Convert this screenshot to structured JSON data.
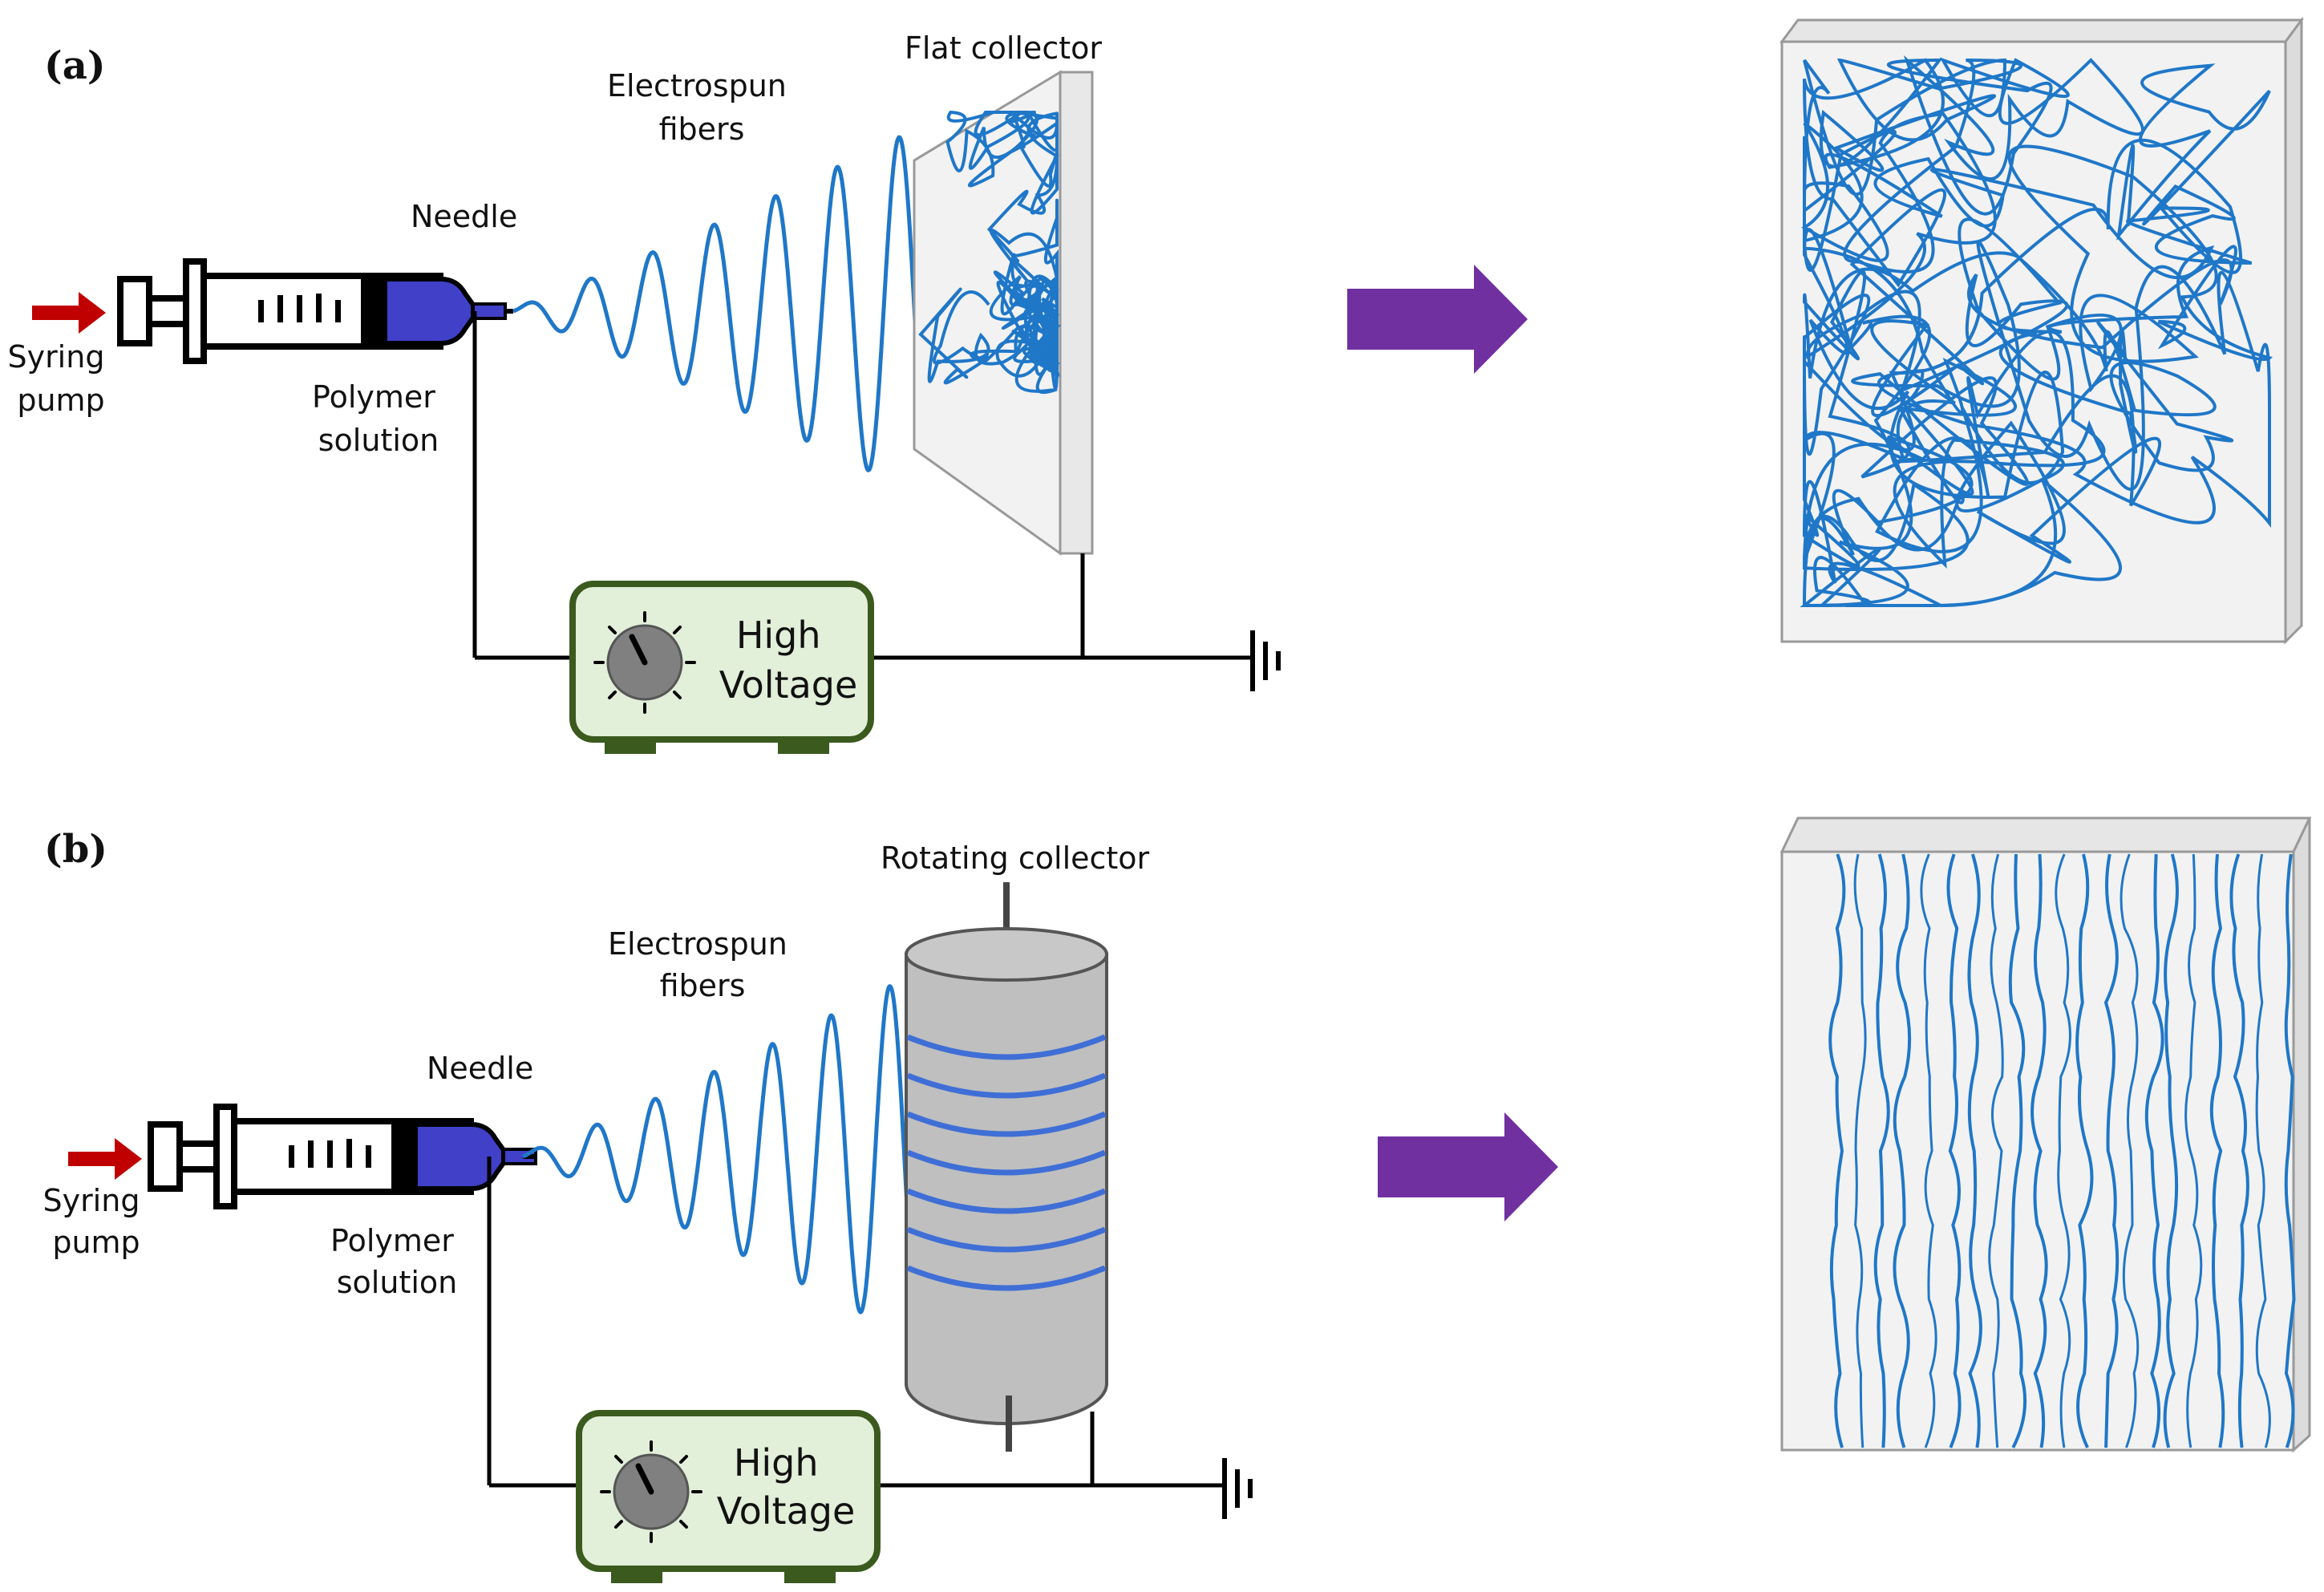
{
  "panels": [
    {
      "letter": "(a)",
      "labels": {
        "pump": [
          "Syring",
          "pump"
        ],
        "needle": "Needle",
        "solution": [
          "Polymer",
          "solution"
        ],
        "fibers": [
          "Electrospun",
          "fibers"
        ],
        "collector": "Flat collector",
        "supply": [
          "High",
          "Voltage"
        ]
      },
      "collector_type": "flat",
      "fiber_arrangement": "random"
    },
    {
      "letter": "(b)",
      "labels": {
        "pump": [
          "Syring",
          "pump"
        ],
        "needle": "Needle",
        "solution": [
          "Polymer",
          "solution"
        ],
        "fibers": [
          "Electrospun",
          "fibers"
        ],
        "collector": "Rotating collector",
        "supply": [
          "High",
          "Voltage"
        ]
      },
      "collector_type": "rotating drum",
      "fiber_arrangement": "aligned"
    }
  ],
  "colors": {
    "fiber": "#1f77c8",
    "drum_coil": "#3f6fd6",
    "solution": "#4040c8",
    "pump_arrow": "#c00000",
    "process_arrow": "#7030a0",
    "supply_fill": "#e2efd9",
    "supply_border": "#3a5a1e",
    "drum": "#bfbfbf",
    "panel_bg": "#f2f2f2"
  },
  "icons": [
    "syringe-icon",
    "knob-icon",
    "ground-icon",
    "arrow-right-icon"
  ]
}
